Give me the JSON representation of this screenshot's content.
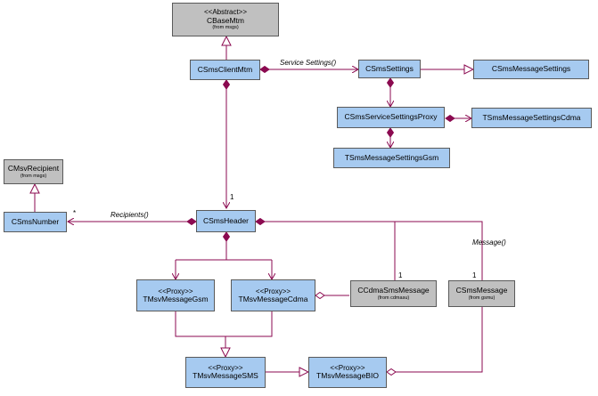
{
  "classes": {
    "cbasemtm": {
      "stereotype": "<<Abstract>>",
      "name": "CBaseMtm",
      "from": "(from msgs)"
    },
    "csmsclientmtm": {
      "name": "CSmsClientMtm"
    },
    "csmssettings": {
      "name": "CSmsSettings"
    },
    "csmsmessagesettings": {
      "name": "CSmsMessageSettings"
    },
    "csmsservicesettingsproxy": {
      "name": "CSmsServiceSettingsProxy"
    },
    "tsmsmessagesettingscdma": {
      "name": "TSmsMessageSettingsCdma"
    },
    "tsmsmessagesettingsgsm": {
      "name": "TSmsMessageSettingsGsm"
    },
    "cmsvrecipient": {
      "name": "CMsvRecipient",
      "from": "(from msgs)"
    },
    "csmsnumber": {
      "name": "CSmsNumber"
    },
    "csmsheader": {
      "name": "CSmsHeader"
    },
    "tmsvmessagegsm": {
      "stereotype": "<<Proxy>>",
      "name": "TMsvMessageGsm"
    },
    "tmsvmessagecdma": {
      "stereotype": "<<Proxy>>",
      "name": "TMsvMessageCdma"
    },
    "ccdmasmsmessage": {
      "name": "CCdmaSmsMessage",
      "from": "(from cdmasu)"
    },
    "csmsmessage": {
      "name": "CSmsMessage",
      "from": "(from gsmu)"
    },
    "tmsvmessagesms": {
      "stereotype": "<<Proxy>>",
      "name": "TMsvMessageSMS"
    },
    "tmsvmessagebio": {
      "stereotype": "<<Proxy>>",
      "name": "TMsvMessageBIO"
    }
  },
  "labels": {
    "service_settings": "Service Settings()",
    "recipients": "Recipients()",
    "message": "Message()"
  },
  "multiplicities": {
    "header_one": "1",
    "recipients_many": "*",
    "cdma_one": "1",
    "gsm_one": "1"
  },
  "colors": {
    "class_fill": "#a6caf0",
    "external_fill": "#c0c0c0",
    "association": "#8b0a50"
  }
}
